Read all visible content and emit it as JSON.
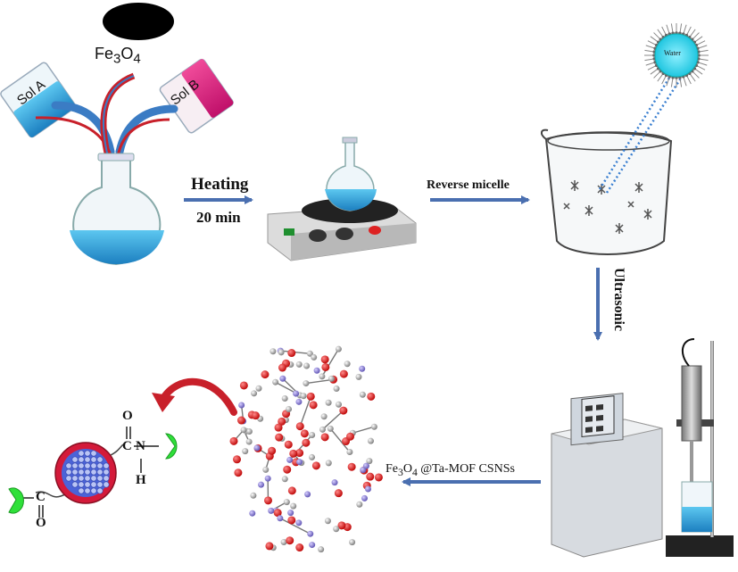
{
  "labels": {
    "fe3o4_main": "Fe",
    "fe3o4_sub1": "3",
    "fe3o4_o": "O",
    "fe3o4_sub2": "4",
    "sol_a": "Sol A",
    "sol_b": "Sol B",
    "heating": "Heating",
    "heating_time": "20 min",
    "reverse_micelle": "Reverse micelle",
    "water": "Water",
    "ultrasonic": "Ultrasonic",
    "product_fe": "Fe",
    "product_sub1": "3",
    "product_o": "O",
    "product_sub2": "4",
    "product_rest": " @Ta-MOF CSNSs"
  },
  "molecule_atoms": {
    "carbon_top": "C",
    "oxygen_top": "O",
    "nitrogen": "N",
    "hydrogen": "H",
    "carbon_left": "C",
    "oxygen_left": "O"
  },
  "colors": {
    "arrow_blue": "#4a6fb0",
    "liquid_blue": "#2a9bd6",
    "sol_b_pink": "#e0217c",
    "red_arrow": "#c8202a",
    "nanoparticle_red": "#d41a3a",
    "nanoparticle_blue": "#4b63d8",
    "ligand_green": "#2fe03a"
  }
}
